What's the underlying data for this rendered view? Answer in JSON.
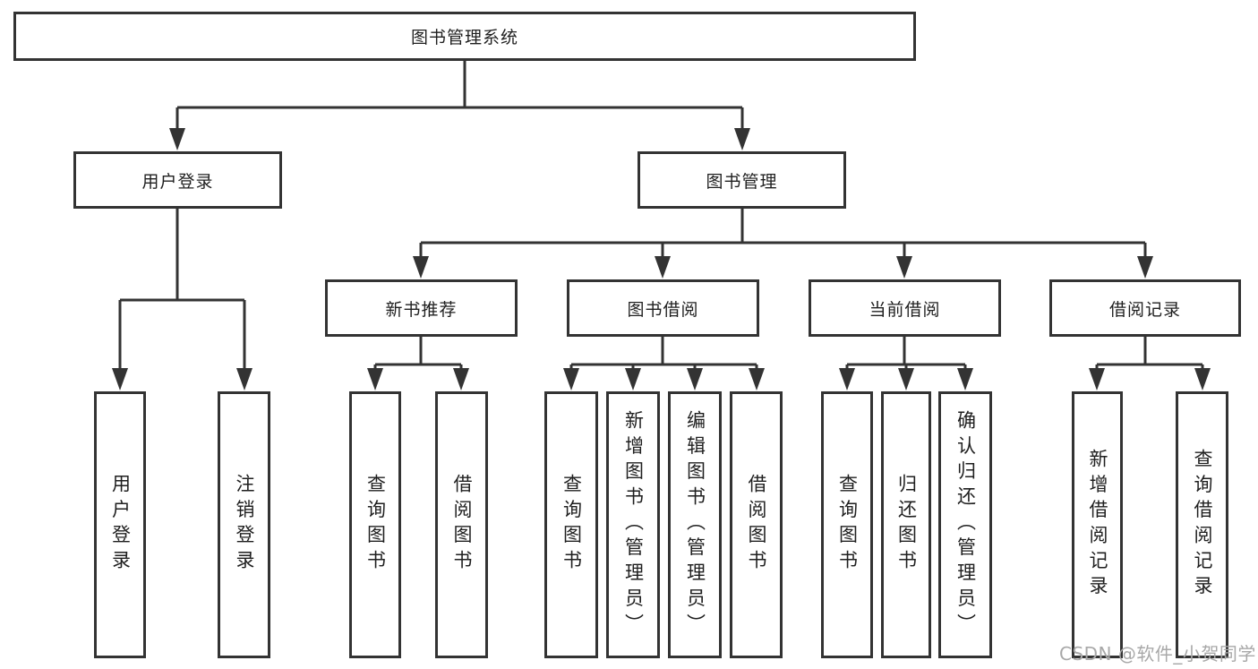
{
  "diagram_title": "图书管理系统",
  "nodes": {
    "root": {
      "label": "图书管理系统"
    },
    "branches": [
      {
        "label": "用户登录",
        "leaves": [
          {
            "label": "用户登录"
          },
          {
            "label": "注销登录"
          }
        ]
      },
      {
        "label": "图书管理",
        "groups": [
          {
            "label": "新书推荐",
            "leaves": [
              {
                "label": "查询图书"
              },
              {
                "label": "借阅图书"
              }
            ]
          },
          {
            "label": "图书借阅",
            "leaves": [
              {
                "label": "查询图书"
              },
              {
                "label": "新增图书（管理员）"
              },
              {
                "label": "编辑图书（管理员）"
              },
              {
                "label": "借阅图书"
              }
            ]
          },
          {
            "label": "当前借阅",
            "leaves": [
              {
                "label": "查询图书"
              },
              {
                "label": "归还图书"
              },
              {
                "label": "确认归还（管理员）"
              }
            ]
          },
          {
            "label": "借阅记录",
            "leaves": [
              {
                "label": "新增借阅记录"
              },
              {
                "label": "查询借阅记录"
              }
            ]
          }
        ]
      }
    ]
  },
  "watermark": {
    "text": "CSDN @软件_小贺同学",
    "color": "#a8a8a8"
  },
  "colors": {
    "line": "#333333",
    "box_border": "#333333",
    "text": "#1f1f1f",
    "background": "#ffffff"
  }
}
